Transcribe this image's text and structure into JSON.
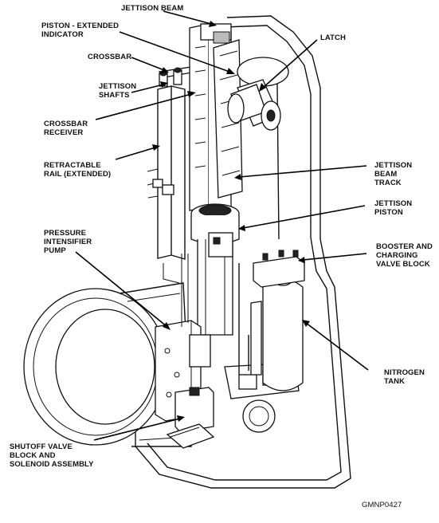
{
  "labels": {
    "jettison_beam": "JETTISON BEAM",
    "piston_extended_indicator": "PISTON - EXTENDED\nINDICATOR",
    "latch": "LATCH",
    "crossbar": "CROSSBAR",
    "jettison_shafts": "JETTISON\nSHAFTS",
    "crossbar_receiver": "CROSSBAR\nRECEIVER",
    "retractable_rail": "RETRACTABLE\nRAIL (EXTENDED)",
    "jettison_beam_track": "JETTISON\nBEAM\nTRACK",
    "jettison_piston": "JETTISON\nPISTON",
    "pressure_intensifier_pump": "PRESSURE\nINTENSIFIER\nPUMP",
    "booster_charging_valve_block": "BOOSTER AND\nCHARGING\nVALVE BLOCK",
    "nitrogen_tank": "NITROGEN\nTANK",
    "shutoff_valve_block": "SHUTOFF VALVE\nBLOCK AND\nSOLENOID ASSEMBLY",
    "figure_code": "GMNP0427"
  }
}
